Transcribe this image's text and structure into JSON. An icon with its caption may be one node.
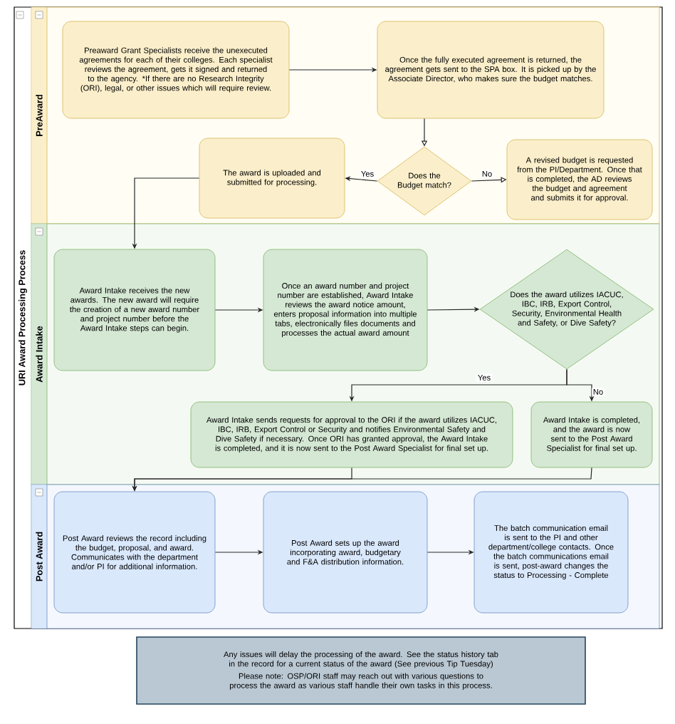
{
  "diagram": {
    "nodes": [
      {
        "text": [
          "URI Award Processing Process"
        ]
      },
      {
        "text": [
          "PreAward"
        ],
        "in": 0
      },
      {
        "text": [
          "Preaward Grant Specialists receive the unexecuted agreements for each of their colleges. Each specialist reviews the agreement, gets it signed and returned to the agency. *If there are no Research Integrity (ORI), legal, or other issues which will require review."
        ],
        "in": 1
      },
      {
        "text": [
          "Once the fully executed agreement is returned, the agreement gets sent to the SPA box. It is picked up by the Associate Director, who makes sure the budget matches."
        ],
        "in": 1
      },
      {
        "text": [
          "Does the Budget match?"
        ],
        "in": 1
      },
      {
        "text": [
          "The award is uploaded and submitted for processing."
        ],
        "in": 1
      },
      {
        "text": [
          "A revised budget is requested from the PI/Department. Once that is completed, the AD reviews the budget and agreement and submits it for approval."
        ],
        "in": 1
      },
      {
        "text": [
          "Award Intake"
        ],
        "in": 0
      },
      {
        "text": [
          "Award Intake receives the new awards. The new award will require the creation of a new award number and project number before the Award Intake steps can begin."
        ],
        "in": 7
      },
      {
        "text": [
          "Once an award number and project number are established, Award Intake reviews the award notice amount, enters proposal information into multiple tabs, electronically files documents and processes the actual award amount"
        ],
        "in": 7
      },
      {
        "text": [
          "Does the award utilizes IACUC, IBC, IRB, Export Control, Security, Environmental Health and Safety, or Dive Safety?"
        ],
        "in": 7
      },
      {
        "text": [
          "Award Intake sends requests for approval to the ORI if the award utilizes IACUC, IBC, IRB, Export Control or Security and notifies Environmental Safety and Dive Safety if necessary. Once ORI has granted approval, the Award Intake is completed, and it is now sent to the Post Award Specialist for final set up."
        ],
        "in": 7
      },
      {
        "text": [
          "Award Intake is completed, and the award is now sent to the Post Award Specialist for final set up."
        ],
        "in": 7
      },
      {
        "text": [
          "Post Award"
        ],
        "in": 0
      },
      {
        "text": [
          "Post Award reviews the record including the budget, proposal, and award. Communicates with the department and/or PI for additional information."
        ],
        "in": 13
      },
      {
        "text": [
          "Post Award sets up the award incorporating award, budgetary and F&A distribution information."
        ],
        "in": 13
      },
      {
        "text": [
          "The batch communication email is sent to the PI and other department/college contacts. Once the batch communications email is sent, post-award changes the status to Processing - Complete"
        ],
        "in": 13
      },
      {
        "text": [
          "Any issues will delay the processing of the award. See the status history tab in the record for a current status of the award  (See previous Tip Tuesday)",
          "Please note: OSP/ORI staff may reach out with various questions to process the award as various staff handle their own tasks in this process."
        ]
      }
    ],
    "edges": [
      {
        "from": 2,
        "to": 3,
        "arrow": "to"
      },
      {
        "from": 3,
        "to": 4,
        "arrow": "to"
      },
      {
        "from": 4,
        "to": 5,
        "arrow": "to",
        "label": "Yes"
      },
      {
        "from": 4,
        "to": 6,
        "arrow": "to",
        "label": "No"
      },
      {
        "from": 5,
        "to": 8,
        "arrow": "to"
      },
      {
        "from": 8,
        "to": 9,
        "arrow": "to"
      },
      {
        "from": 9,
        "to": 10,
        "arrow": "to"
      },
      {
        "from": 10,
        "to": 11,
        "arrow": "to",
        "label": "Yes"
      },
      {
        "from": 10,
        "to": 12,
        "arrow": "to",
        "label": "No"
      },
      {
        "from": 11,
        "to": 14,
        "arrow": "to"
      },
      {
        "from": 12,
        "to": 14,
        "arrow": "to"
      },
      {
        "from": 14,
        "to": 15,
        "arrow": "to"
      },
      {
        "from": 15,
        "to": 16,
        "arrow": "to"
      }
    ]
  }
}
